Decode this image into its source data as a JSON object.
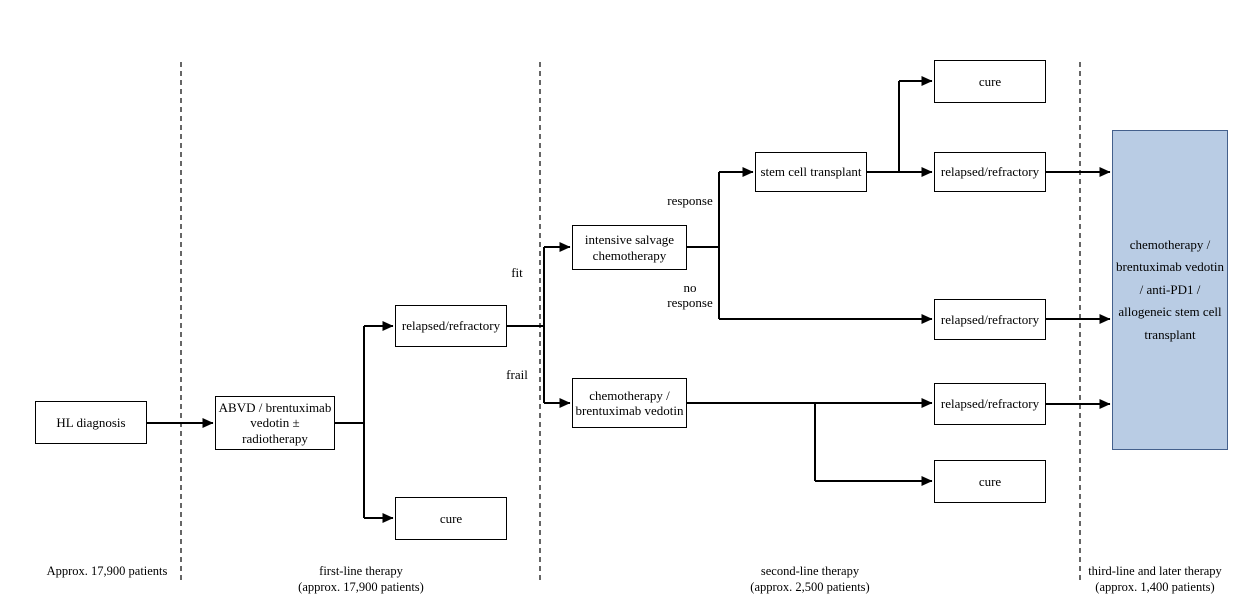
{
  "colors": {
    "box_fill": "#ffffff",
    "box_border": "#000000",
    "line": "#000000",
    "highlight_fill": "#b9cce4",
    "highlight_border": "#44608c"
  },
  "nodes": {
    "hl_diagnosis": "HL diagnosis",
    "first_line_treatment": "ABVD / brentuximab vedotin ± radiotherapy",
    "relapsed_refractory_first_line": "relapsed/refractory",
    "cure_first_line": "cure",
    "intensive_salvage_chemotherapy": "intensive salvage chemotherapy",
    "chemotherapy_brentuximab_vedotin": "chemotherapy / brentuximab vedotin",
    "stem_cell_transplant": "stem cell transplant",
    "cure_post_transplant": "cure",
    "relapsed_refractory_post_transplant": "relapsed/refractory",
    "relapsed_refractory_no_response": "relapsed/refractory",
    "relapsed_refractory_post_chemo_bv": "relapsed/refractory",
    "cure_post_chemo_bv": "cure",
    "third_line_therapy": "chemotherapy / brentuximab vedotin / anti-PD1 / allogeneic stem cell transplant"
  },
  "edge_labels": {
    "fit": "fit",
    "frail": "frail",
    "response": "response",
    "no_response": "no response"
  },
  "phases": [
    {
      "label": "Approx. 17,900 patients",
      "sublabel": ""
    },
    {
      "label": "first-line therapy",
      "sublabel": "(approx. 17,900 patients)"
    },
    {
      "label": "second-line therapy",
      "sublabel": "(approx. 2,500 patients)"
    },
    {
      "label": "third-line and later therapy",
      "sublabel": "(approx. 1,400 patients)"
    }
  ]
}
